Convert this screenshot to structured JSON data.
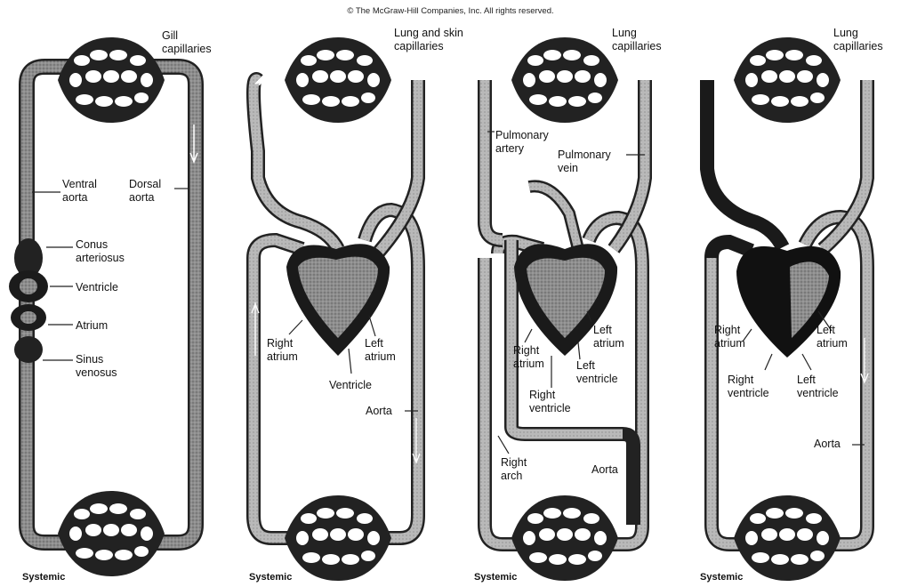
{
  "copyright": "© The McGraw-Hill Companies, Inc. All rights reserved.",
  "panels": [
    {
      "top_label": "Gill\ncapillaries",
      "bottom_label": "Systemic",
      "labels": {
        "ventral_aorta": "Ventral\naorta",
        "dorsal_aorta": "Dorsal\naorta",
        "conus_arteriosus": "Conus\narteriosus",
        "ventricle": "Ventricle",
        "atrium": "Atrium",
        "sinus_venosus": "Sinus\nvenosus"
      }
    },
    {
      "top_label": "Lung and skin\ncapillaries",
      "bottom_label": "Systemic",
      "labels": {
        "right_atrium": "Right\natrium",
        "left_atrium": "Left\natrium",
        "ventricle": "Ventricle",
        "aorta": "Aorta"
      }
    },
    {
      "top_label": "Lung\ncapillaries",
      "bottom_label": "Systemic",
      "labels": {
        "pulmonary_artery": "Pulmonary\nartery",
        "pulmonary_vein": "Pulmonary\nvein",
        "right_atrium": "Right\natrium",
        "left_atrium": "Left\natrium",
        "left_ventricle": "Left\nventricle",
        "right_ventricle": "Right\nventricle",
        "right_arch": "Right\narch",
        "aorta": "Aorta"
      }
    },
    {
      "top_label": "Lung\ncapillaries",
      "bottom_label": "Systemic",
      "labels": {
        "right_atrium": "Right\natrium",
        "left_atrium": "Left\natrium",
        "right_ventricle": "Right\nventricle",
        "left_ventricle": "Left\nventricle",
        "aorta": "Aorta"
      }
    }
  ]
}
